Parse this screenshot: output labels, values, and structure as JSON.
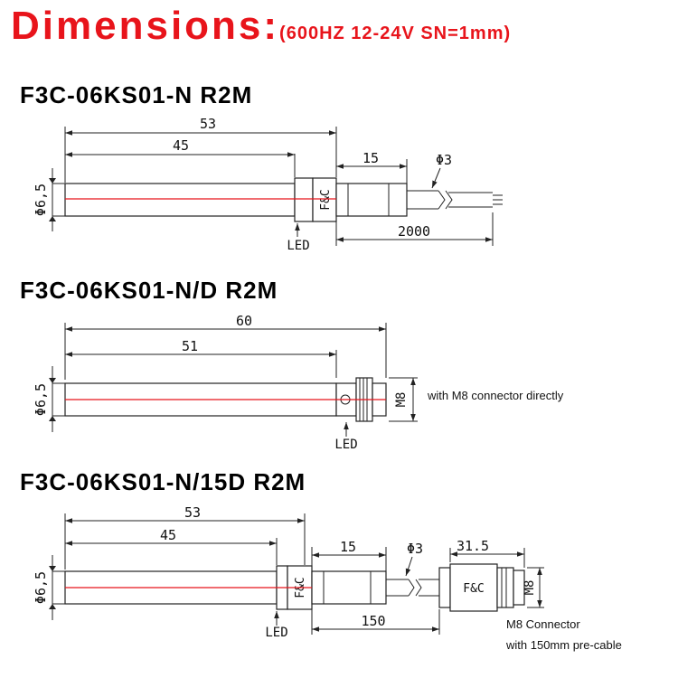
{
  "title": {
    "main": "Dimensions:",
    "spec": "(600HZ 12-24V SN=1mm)"
  },
  "colors": {
    "title": "#e8141b",
    "axis": "#e8141b",
    "line": "#222222"
  },
  "diagrams": [
    {
      "model": "F3C-06KS01-N R2M",
      "dim_total": "53",
      "dim_body": "45",
      "dim_cable_gland": "15",
      "dim_cable_dia": "Φ3",
      "dim_cable_length": "2000",
      "dim_diameter": "Φ6,5",
      "led_label": "LED",
      "brand": "F&C"
    },
    {
      "model": "F3C-06KS01-N/D R2M",
      "dim_total": "60",
      "dim_body": "51",
      "dim_diameter": "Φ6,5",
      "dim_thread": "M8",
      "led_label": "LED",
      "note": "with M8 connector directly"
    },
    {
      "model": "F3C-06KS01-N/15D R2M",
      "dim_total": "53",
      "dim_body": "45",
      "dim_cable_gland": "15",
      "dim_cable_dia": "Φ3",
      "dim_connector": "31.5",
      "dim_cable_length": "150",
      "dim_diameter": "Φ6,5",
      "dim_thread": "M8",
      "led_label": "LED",
      "brand": "F&C",
      "note_line1": "M8 Connector",
      "note_line2": "with 150mm pre-cable"
    }
  ]
}
